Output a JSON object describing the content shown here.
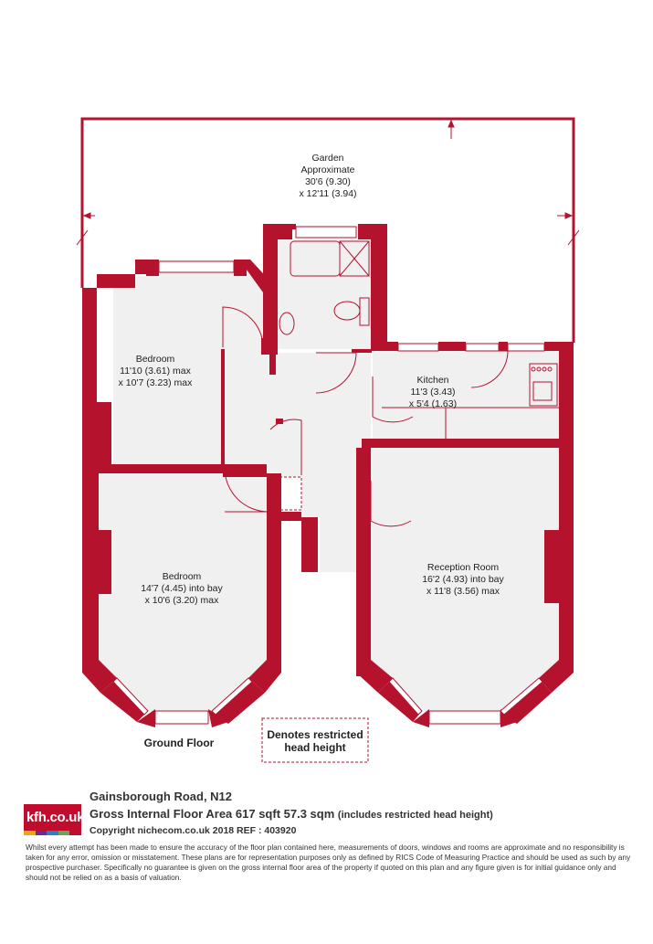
{
  "rooms": {
    "garden": {
      "name": "Garden",
      "line2": "Approximate",
      "line3": "30'6 (9.30)",
      "line4": "x 12'11 (3.94)"
    },
    "bedroom_top": {
      "name": "Bedroom",
      "line2": "11'10 (3.61) max",
      "line3": "x 10'7 (3.23) max"
    },
    "kitchen": {
      "name": "Kitchen",
      "line2": "11'3 (3.43)",
      "line3": "x 5'4 (1.63)"
    },
    "bedroom_bottom": {
      "name": "Bedroom",
      "line2": "14'7 (4.45) into bay",
      "line3": "x 10'6 (3.20) max"
    },
    "reception": {
      "name": "Reception Room",
      "line2": "16'2 (4.93) into bay",
      "line3": "x 11'8 (3.56) max"
    }
  },
  "floor_label": "Ground Floor",
  "legend": {
    "line1": "Denotes restricted",
    "line2": "head height"
  },
  "footer": {
    "logo": "kfh.co.uk",
    "logo_bar_colors": [
      "#e8a713",
      "#6a2c8c",
      "#2c7fc1",
      "#6aa84f",
      "#c00d2d"
    ],
    "address": "Gainsborough Road, N12",
    "area": "Gross Internal Floor Area 617 sqft 57.3 sqm",
    "area_note": "(includes restricted head height)",
    "copyright": "Copyright nichecom.co.uk 2018 REF : 403920",
    "disclaimer": "Whilst every attempt has been made to ensure the accuracy of the floor plan contained here, measurements of doors, windows and rooms are approximate and no responsibility is taken for any error, omission or misstatement.  These plans are for representation purposes only as defined by RICS Code of Measuring Practice and should be used as such by any prospective purchaser.  Specifically no guarantee is given on the gross internal floor area of the property if quoted on this plan and any figure given is for initial guidance only and should not be relied on as a basis of valuation."
  },
  "colors": {
    "wall": "#b5122e",
    "floor": "#f1f0f1",
    "garden_line": "#b5122e"
  }
}
